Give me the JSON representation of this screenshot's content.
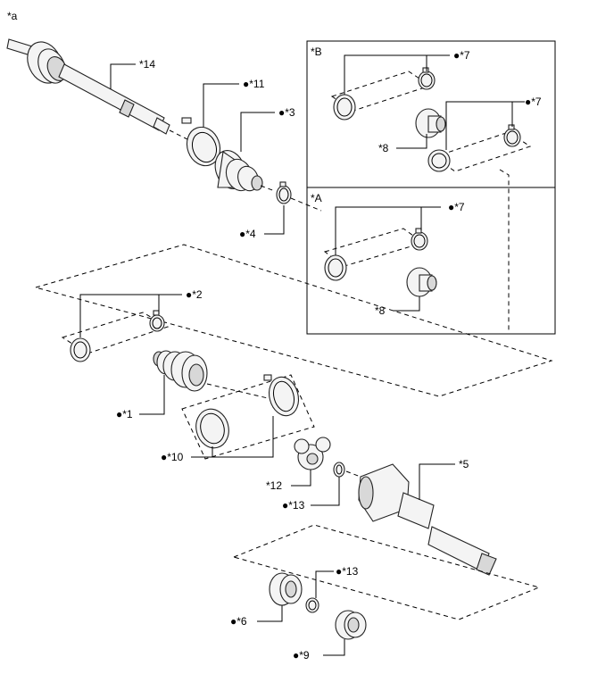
{
  "figure_tag": "*a",
  "views": {
    "view_b": "*B",
    "view_a": "*A"
  },
  "bullet": "●",
  "callouts": {
    "c14": "*14",
    "c11": "*11",
    "c3": "*3",
    "c4": "*4",
    "c7_b1": "*7",
    "c7_b2": "*7",
    "c8_b": "*8",
    "c7_a": "*7",
    "c8_a": "*8",
    "c2": "*2",
    "c1": "*1",
    "c10": "*10",
    "c12": "*12",
    "c13a": "*13",
    "c5": "*5",
    "c13b": "*13",
    "c6": "*6",
    "c9": "*9"
  }
}
